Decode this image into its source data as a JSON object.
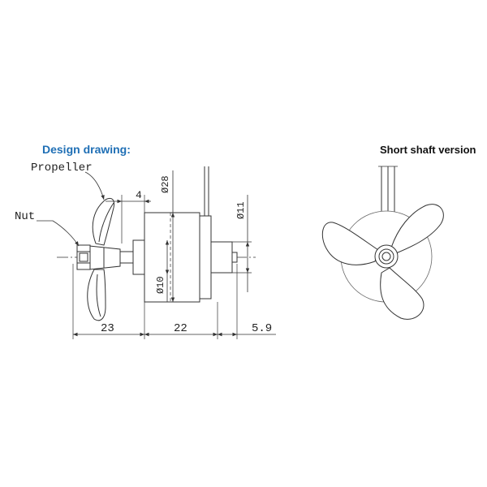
{
  "headings": {
    "design_drawing": "Design drawing:",
    "short_shaft_version": "Short shaft version"
  },
  "callouts": {
    "propeller": "Propeller",
    "nut": "Nut"
  },
  "dimensions": {
    "prop_length": "23",
    "body_length": "22",
    "shaft_length": "5.9",
    "hub_offset": "4",
    "body_diameter": "Ø28",
    "shaft_diameter": "Ø11",
    "inner_diameter": "Ø10"
  },
  "colors": {
    "heading_accent": "#1f6fb5",
    "line": "#333333"
  },
  "icons": {
    "front_view": "three-blade-propeller-icon"
  }
}
